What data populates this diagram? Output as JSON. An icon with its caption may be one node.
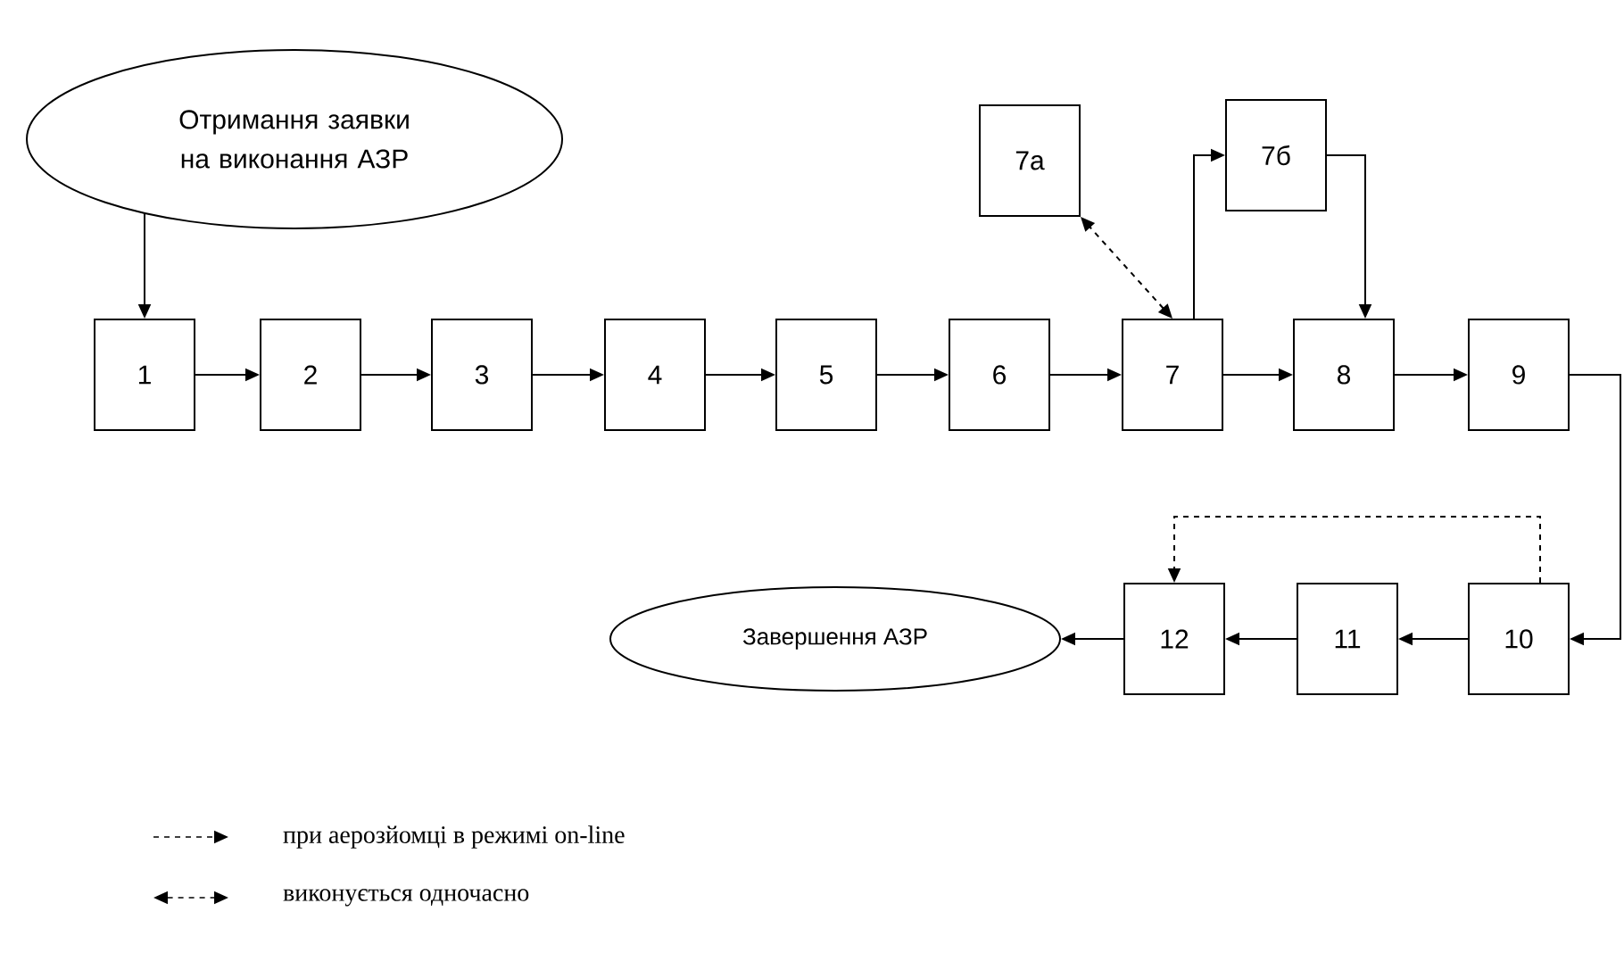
{
  "diagram": {
    "nodes": [
      {
        "text": [
          "Отримання заявки на виконання АЗР"
        ]
      },
      {
        "text": [
          "1"
        ]
      },
      {
        "text": [
          "2"
        ]
      },
      {
        "text": [
          "3"
        ]
      },
      {
        "text": [
          "4"
        ]
      },
      {
        "text": [
          "5"
        ]
      },
      {
        "text": [
          "6"
        ]
      },
      {
        "text": [
          "7"
        ]
      },
      {
        "text": [
          "8"
        ]
      },
      {
        "text": [
          "9"
        ]
      },
      {
        "text": [
          "7а"
        ]
      },
      {
        "text": [
          "7б"
        ]
      },
      {
        "text": [
          "10"
        ]
      },
      {
        "text": [
          "11"
        ]
      },
      {
        "text": [
          "12"
        ]
      },
      {
        "text": [
          "Завершення АЗР"
        ]
      }
    ],
    "edges": [
      {
        "from": 0,
        "to": 1,
        "arrow": "to"
      },
      {
        "from": 1,
        "to": 2,
        "arrow": "to"
      },
      {
        "from": 2,
        "to": 3,
        "arrow": "to"
      },
      {
        "from": 3,
        "to": 4,
        "arrow": "to"
      },
      {
        "from": 4,
        "to": 5,
        "arrow": "to"
      },
      {
        "from": 5,
        "to": 6,
        "arrow": "to"
      },
      {
        "from": 6,
        "to": 7,
        "arrow": "to"
      },
      {
        "from": 7,
        "to": 8,
        "arrow": "to"
      },
      {
        "from": 8,
        "to": 9,
        "arrow": "to"
      },
      {
        "from": 7,
        "to": 10,
        "arrow": "both",
        "style": "dashed"
      },
      {
        "from": 7,
        "to": 11,
        "arrow": "to"
      },
      {
        "from": 11,
        "to": 8,
        "arrow": "to"
      },
      {
        "from": 9,
        "to": 12,
        "arrow": "to"
      },
      {
        "from": 12,
        "to": 13,
        "arrow": "to"
      },
      {
        "from": 13,
        "to": 14,
        "arrow": "to"
      },
      {
        "from": 14,
        "to": 15,
        "arrow": "to"
      },
      {
        "from": 12,
        "to": 14,
        "arrow": "to",
        "style": "dashed"
      }
    ],
    "legend": [
      {
        "text": "при аерозйомці в режимі on-line"
      },
      {
        "text": "виконується одночасно"
      }
    ]
  }
}
